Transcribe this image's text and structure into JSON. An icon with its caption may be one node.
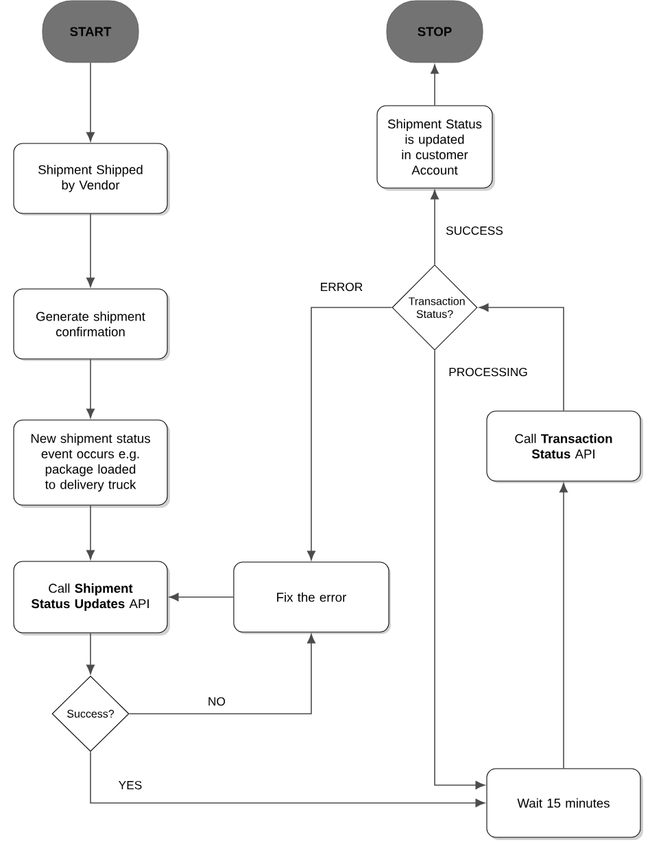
{
  "diagram": {
    "nodes": [
      {
        "text": [
          "START"
        ]
      },
      {
        "text": [
          "Shipment Shipped by Vendor"
        ]
      },
      {
        "text": [
          "Generate shipment confirmation"
        ]
      },
      {
        "text": [
          "New shipment status event occurs e.g. package loaded to delivery truck"
        ]
      },
      {
        "text": [
          "Call **Shipment Status Updates** API"
        ]
      },
      {
        "text": [
          "Success?"
        ]
      },
      {
        "text": [
          "Fix the error"
        ]
      },
      {
        "text": [
          "STOP"
        ]
      },
      {
        "text": [
          "Shipment Status is updated in customer Account"
        ]
      },
      {
        "text": [
          "Transaction Status?"
        ]
      },
      {
        "text": [
          "Call **Transaction Status** API"
        ]
      },
      {
        "text": [
          "Wait 15 minutes"
        ]
      }
    ],
    "edges": [
      {
        "from": 0,
        "to": 1,
        "arrow": "to"
      },
      {
        "from": 1,
        "to": 2,
        "arrow": "to"
      },
      {
        "from": 2,
        "to": 3,
        "arrow": "to"
      },
      {
        "from": 3,
        "to": 4,
        "arrow": "to"
      },
      {
        "from": 4,
        "to": 5,
        "arrow": "to"
      },
      {
        "from": 5,
        "to": 6,
        "arrow": "to",
        "label": "NO"
      },
      {
        "from": 5,
        "to": 11,
        "arrow": "to",
        "label": "YES"
      },
      {
        "from": 6,
        "to": 4,
        "arrow": "to"
      },
      {
        "from": 9,
        "to": 6,
        "arrow": "to",
        "label": "ERROR"
      },
      {
        "from": 9,
        "to": 8,
        "arrow": "to",
        "label": "SUCCESS"
      },
      {
        "from": 8,
        "to": 7,
        "arrow": "to"
      },
      {
        "from": 9,
        "to": 11,
        "arrow": "to",
        "label": "PROCESSING"
      },
      {
        "from": 11,
        "to": 10,
        "arrow": "to"
      },
      {
        "from": 10,
        "to": 9,
        "arrow": "to"
      }
    ]
  }
}
